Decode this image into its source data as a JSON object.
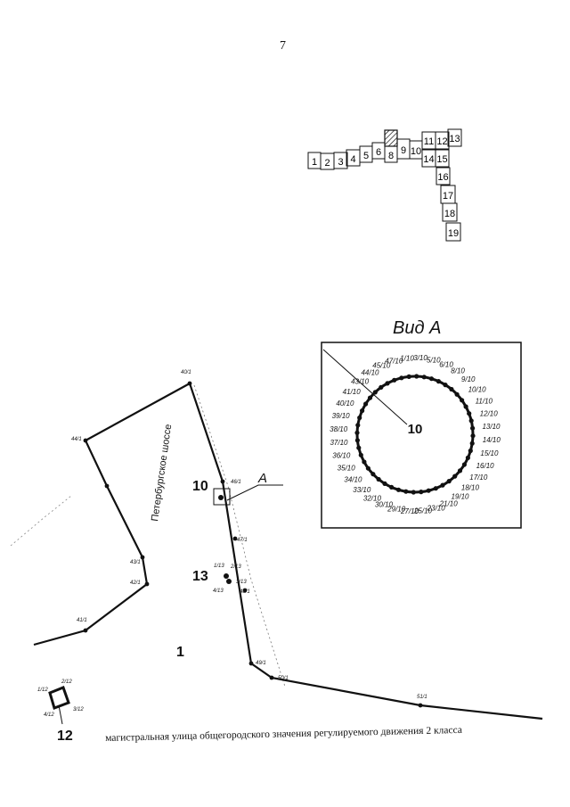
{
  "page": {
    "number": "7"
  },
  "key_map": {
    "sheets": [
      "1",
      "2",
      "3",
      "4",
      "5",
      "6",
      "7",
      "8",
      "9",
      "10",
      "11",
      "12",
      "13",
      "14",
      "15",
      "16",
      "17",
      "18",
      "19"
    ],
    "highlighted_sheet": "7"
  },
  "view_a": {
    "title": "Вид А",
    "center_label": "10",
    "points": [
      "1/10",
      "3/10",
      "5/10",
      "6/10",
      "8/10",
      "9/10",
      "10/10",
      "11/10",
      "12/10",
      "13/10",
      "14/10",
      "15/10",
      "16/10",
      "17/10",
      "18/10",
      "19/10",
      "21/10",
      "23/10",
      "25/10",
      "27/10",
      "29/10",
      "30/10",
      "32/10",
      "33/10",
      "34/10",
      "35/10",
      "36/10",
      "37/10",
      "38/10",
      "39/10",
      "40/10",
      "41/10",
      "43/10",
      "44/10",
      "45/10",
      "47/10"
    ]
  },
  "map": {
    "street_label": "Петербургское шоссе",
    "callout_label": "A",
    "area_numbers": [
      "10",
      "13",
      "1",
      "12"
    ],
    "points": [
      "40/1",
      "44/1",
      "43/1",
      "42/1",
      "41/1",
      "46/1",
      "47/1",
      "48/1",
      "49/1",
      "50/1",
      "51/1",
      "1/13",
      "2/13",
      "3/13",
      "4/13",
      "1/12",
      "2/12",
      "3/12",
      "4/12"
    ]
  },
  "caption": "магистральная улица общегородского значения регулируемого движения 2 класса"
}
